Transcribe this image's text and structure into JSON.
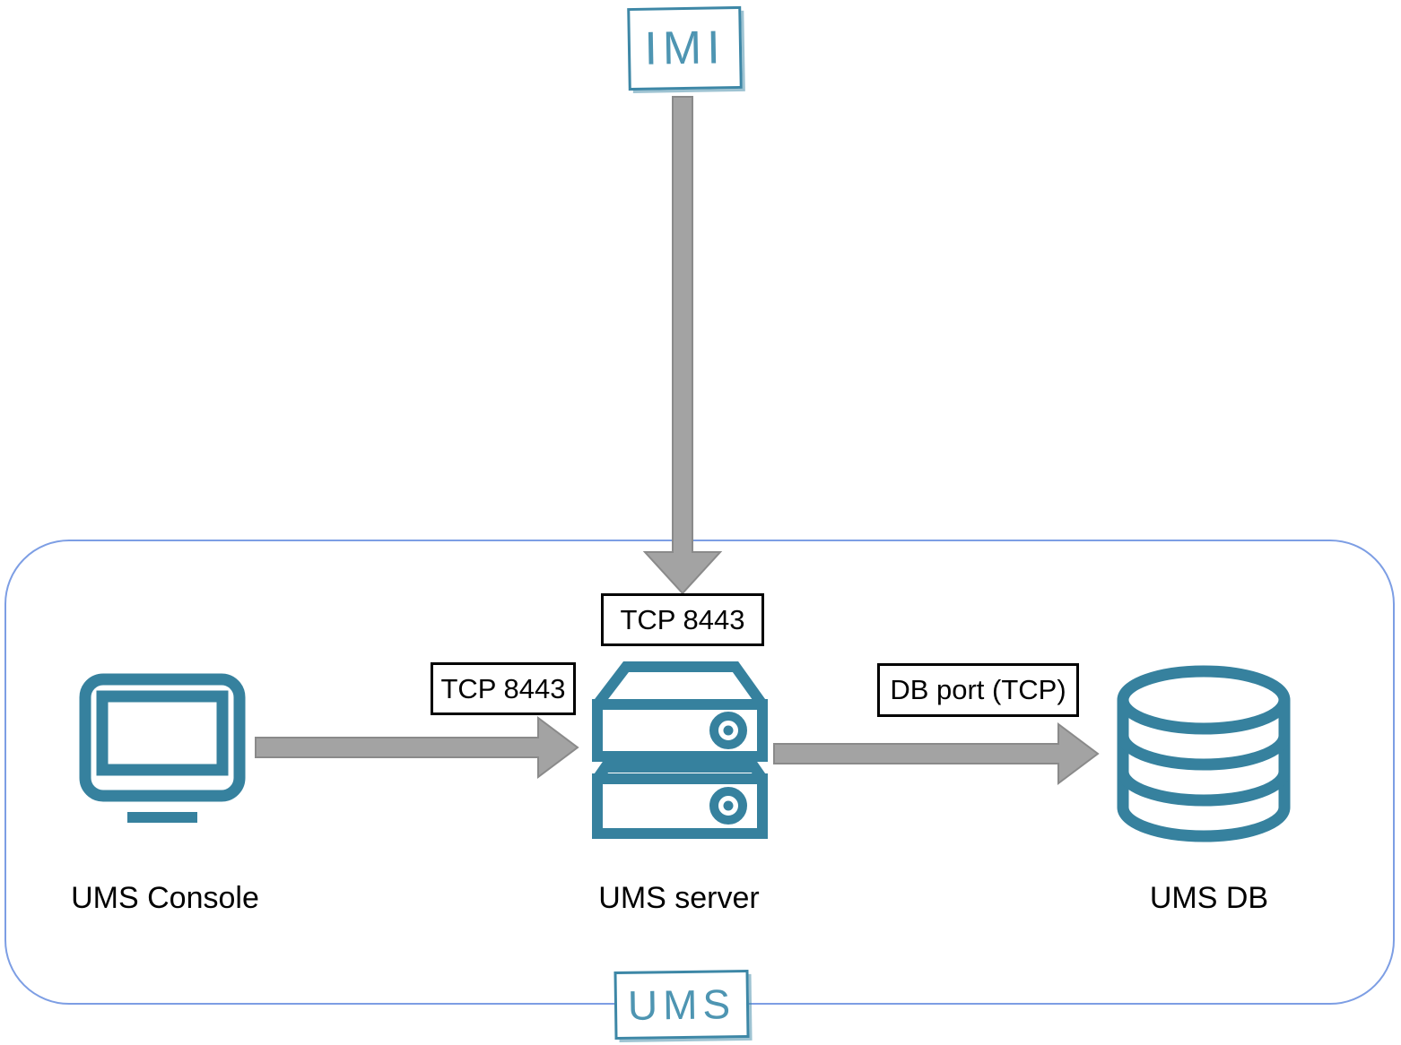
{
  "imi_node": {
    "label": "IMI"
  },
  "group": {
    "label": "UMS"
  },
  "nodes": {
    "console": {
      "label": "UMS Console",
      "icon": "monitor-icon"
    },
    "server": {
      "label": "UMS server",
      "icon": "server-icon"
    },
    "db": {
      "label": "UMS DB",
      "icon": "database-icon"
    }
  },
  "connections": {
    "imi_to_server": {
      "from": "IMI",
      "to": "UMS server",
      "label": "TCP 8443"
    },
    "console_to_server": {
      "from": "UMS Console",
      "to": "UMS server",
      "label": "TCP 8443"
    },
    "server_to_db": {
      "from": "UMS server",
      "to": "UMS DB",
      "label": "DB port (TCP)"
    }
  },
  "colors": {
    "icon_teal": "#36819e",
    "logo_teal": "#4e95b2",
    "logo_border_teal": "#3d87a6",
    "group_border_blue": "#7d9ee4",
    "arrow_fill_gray": "#a3a3a3",
    "arrow_outline_gray": "#8a8a8a",
    "port_label_border": "#000000"
  }
}
